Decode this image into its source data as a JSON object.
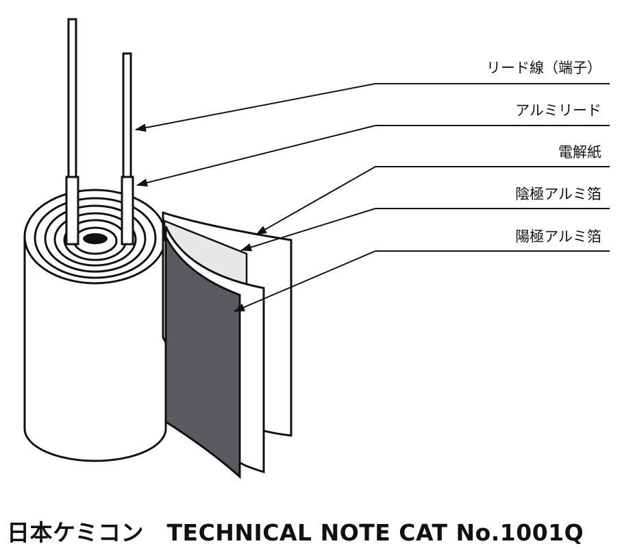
{
  "labels": {
    "lead_wire": "リード線（端子）",
    "alum_lead": "アルミリード",
    "paper": "電解紙",
    "cathode_foil": "陰極アルミ箔",
    "anode_foil": "陽極アルミ箔"
  },
  "caption": "日本ケミコン　TECHNICAL NOTE CAT No.1001Q"
}
